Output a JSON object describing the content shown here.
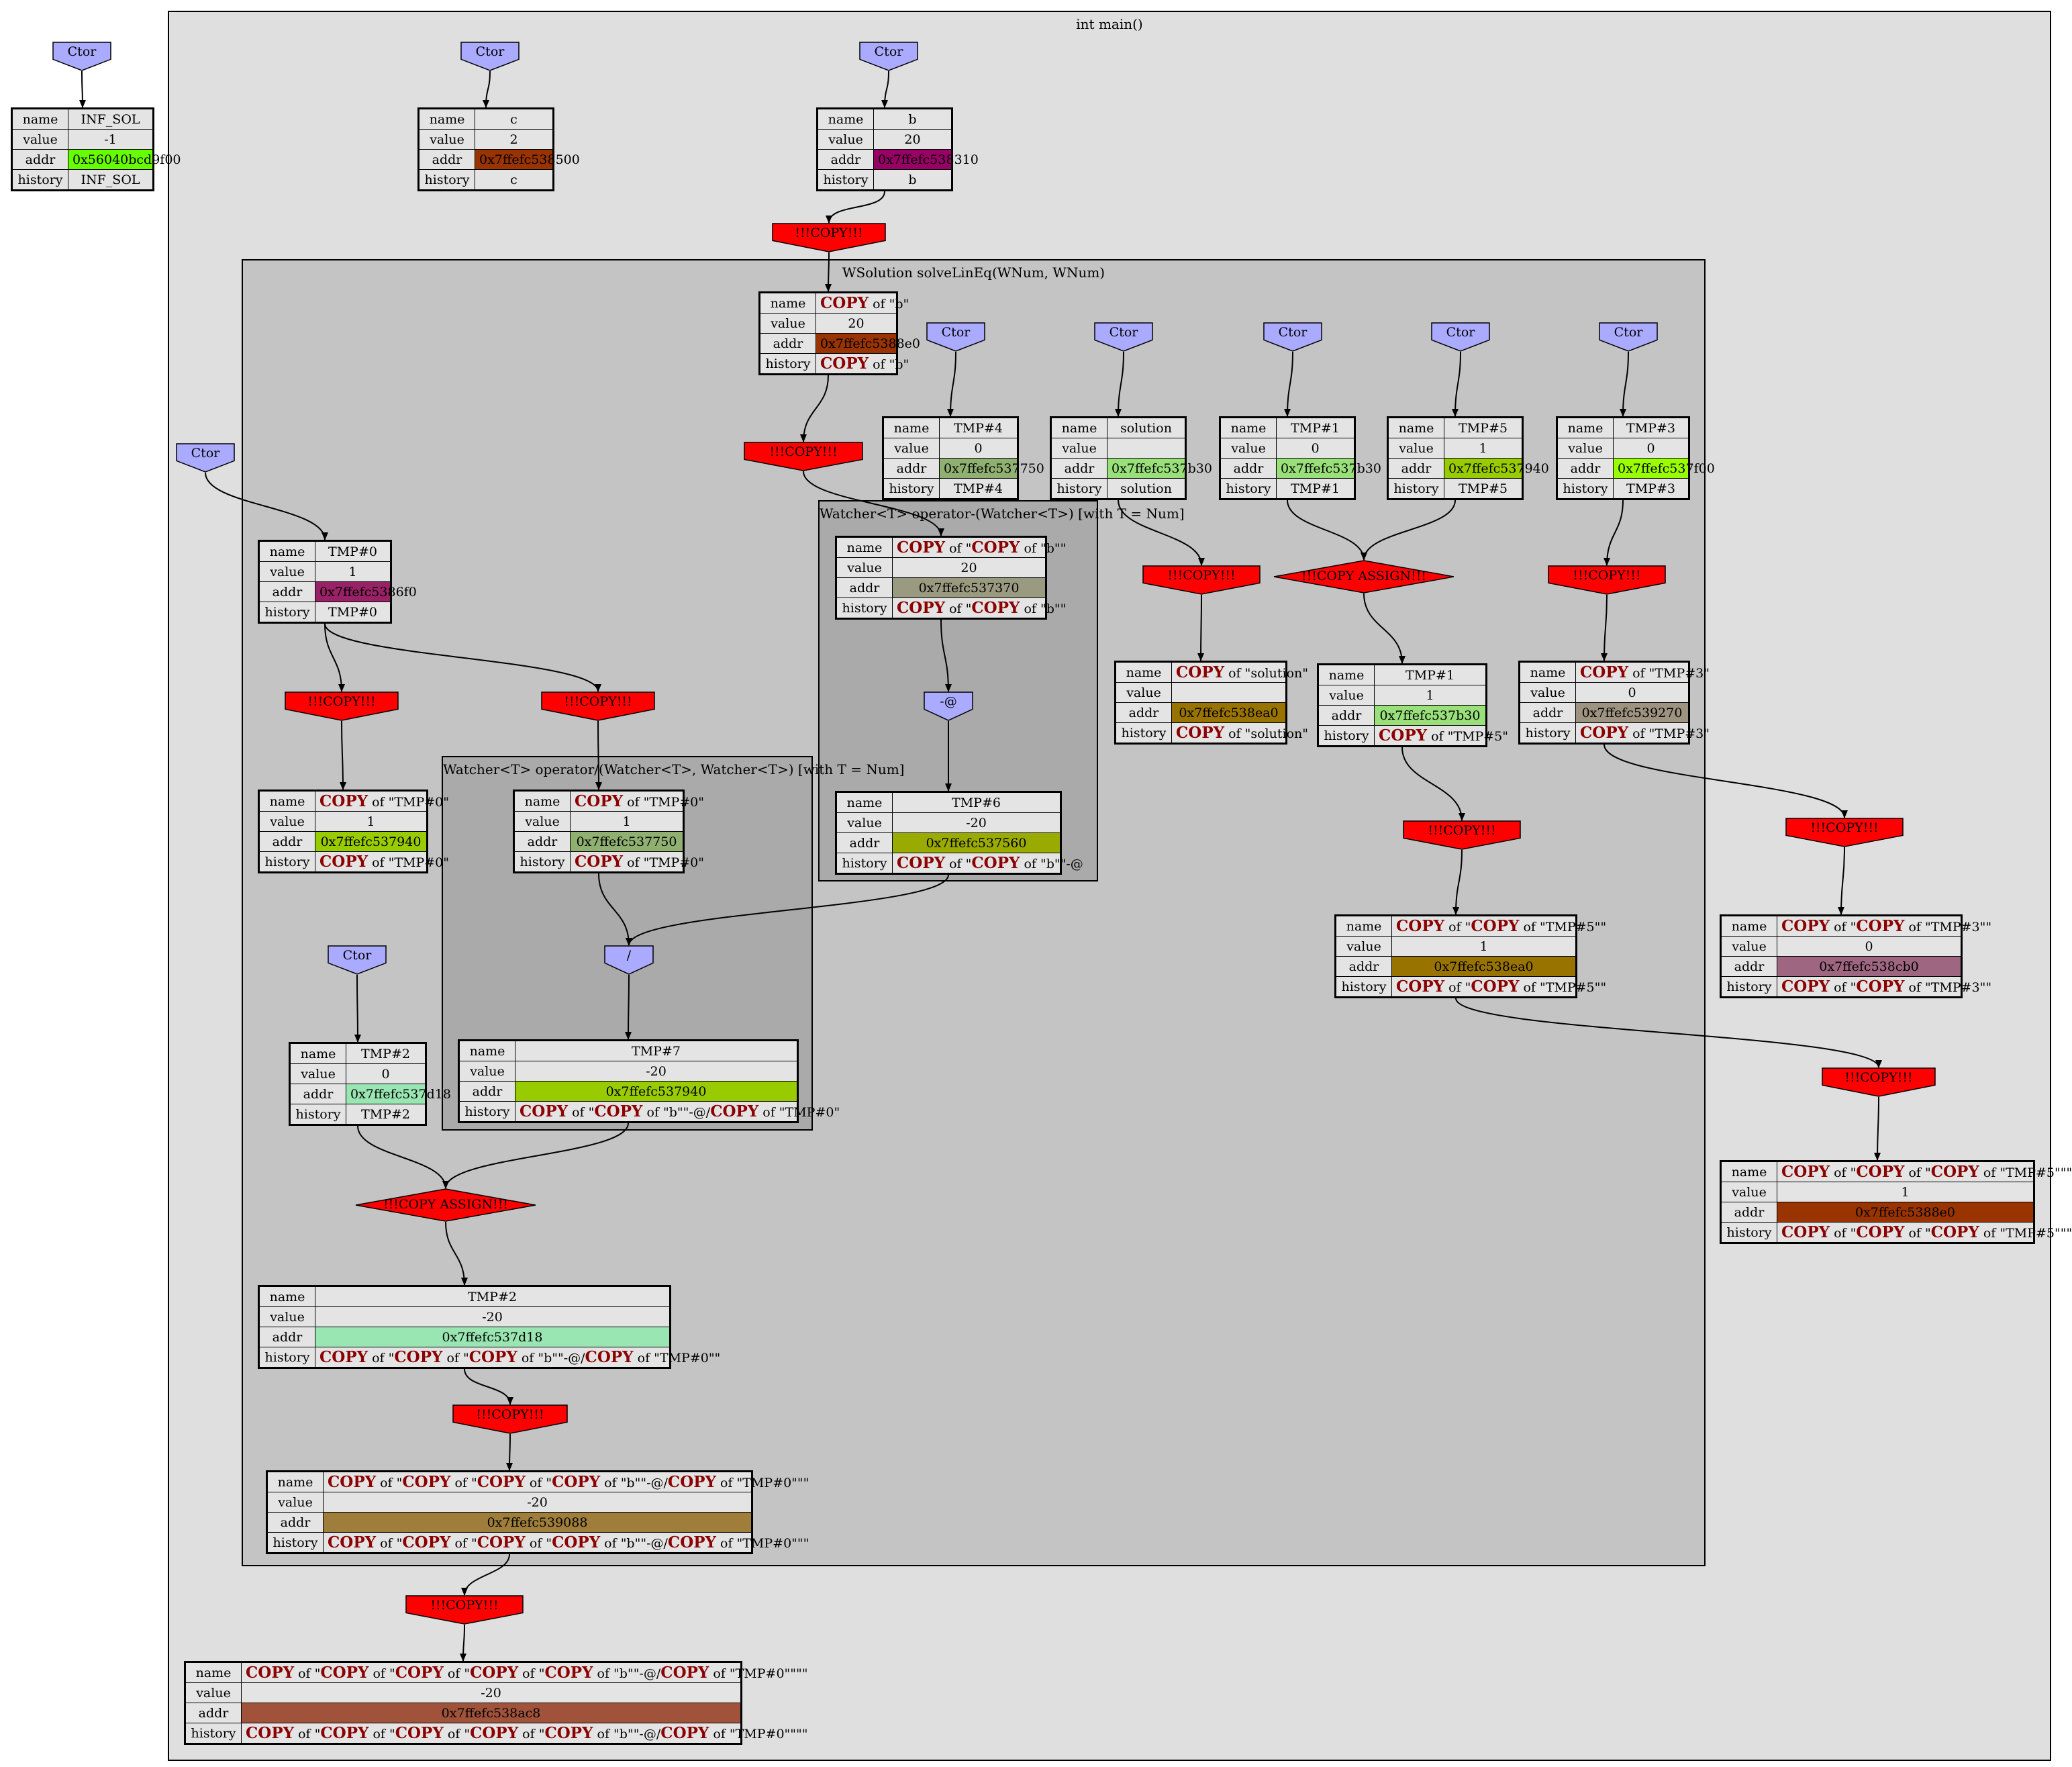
{
  "colors": {
    "ctor_fill": "#aaaaff",
    "copy_fill": "#ff0000",
    "record_bg": "#e4e4e4",
    "main_bg": "#dfdfdf",
    "solve_bg": "#c4c4c4",
    "watcher_bg": "#aaaaaa",
    "copy_word": "#8b0000"
  },
  "fields": {
    "name": "name",
    "value": "value",
    "addr": "addr",
    "history": "history"
  },
  "clusters": [
    {
      "id": "main",
      "title": "int main()"
    },
    {
      "id": "solve",
      "title": "WSolution solveLinEq(WNum, WNum)"
    },
    {
      "id": "neg",
      "title": "Watcher<T> operator-(Watcher<T>) [with T = Num]"
    },
    {
      "id": "div",
      "title": "Watcher<T> operator/(Watcher<T>, Watcher<T>) [with T = Num]"
    }
  ],
  "nodes": {
    "ctor": {
      "label": "Ctor",
      "shape": "ctor-pentagon"
    },
    "copy": {
      "label": "!!!COPY!!!",
      "shape": "copy-pentagon"
    },
    "copy_assign": {
      "label": "!!!COPY ASSIGN!!!",
      "shape": "diamond"
    },
    "negate": {
      "label": "-@",
      "shape": "pentagon"
    },
    "divide": {
      "label": "/",
      "shape": "pentagon"
    }
  },
  "records": [
    {
      "id": "inf_sol",
      "name": "INF_SOL",
      "value": "-1",
      "addr": "0x56040bcd9f00",
      "addr_color": "#66ff00",
      "history": "INF_SOL"
    },
    {
      "id": "c",
      "name": "c",
      "value": "2",
      "addr": "0x7ffefc538500",
      "addr_color": "#993300",
      "history": "c"
    },
    {
      "id": "b",
      "name": "b",
      "value": "20",
      "addr": "0x7ffefc538310",
      "addr_color": "#990066",
      "history": "b"
    },
    {
      "id": "copy_b",
      "name": "COPY of \"b\"",
      "value": "20",
      "addr": "0x7ffefc5388e0",
      "addr_color": "#993300",
      "history": "COPY of \"b\""
    },
    {
      "id": "tmp4",
      "name": "TMP#4",
      "value": "0",
      "addr": "0x7ffefc537750",
      "addr_color": "#8fb070",
      "history": "TMP#4"
    },
    {
      "id": "solution",
      "name": "solution",
      "value": "",
      "addr": "0x7ffefc537b30",
      "addr_color": "#99e07a",
      "history": "solution"
    },
    {
      "id": "tmp1",
      "name": "TMP#1",
      "value": "0",
      "addr": "0x7ffefc537b30",
      "addr_color": "#99e07a",
      "history": "TMP#1"
    },
    {
      "id": "tmp5",
      "name": "TMP#5",
      "value": "1",
      "addr": "0x7ffefc537940",
      "addr_color": "#99cc00",
      "history": "TMP#5"
    },
    {
      "id": "tmp3",
      "name": "TMP#3",
      "value": "0",
      "addr": "0x7ffefc537f00",
      "addr_color": "#99ff00",
      "history": "TMP#3"
    },
    {
      "id": "tmp0",
      "name": "TMP#0",
      "value": "1",
      "addr": "0x7ffefc5386f0",
      "addr_color": "#992266",
      "history": "TMP#0"
    },
    {
      "id": "copy_copy_b",
      "name": "COPY of \"COPY of \"b\"\"",
      "value": "20",
      "addr": "0x7ffefc537370",
      "addr_color": "#9a9a80",
      "history": "COPY of \"COPY of \"b\"\""
    },
    {
      "id": "copy_solution",
      "name": "COPY of \"solution\"",
      "value": "",
      "addr": "0x7ffefc538ea0",
      "addr_color": "#997300",
      "history": "COPY of \"solution\""
    },
    {
      "id": "tmp1_b",
      "name": "TMP#1",
      "value": "1",
      "addr": "0x7ffefc537b30",
      "addr_color": "#99e07a",
      "history": "COPY of \"TMP#5\""
    },
    {
      "id": "copy_tmp3",
      "name": "COPY of \"TMP#3\"",
      "value": "0",
      "addr": "0x7ffefc539270",
      "addr_color": "#9e9280",
      "history": "COPY of \"TMP#3\""
    },
    {
      "id": "copy_tmp0_a",
      "name": "COPY of \"TMP#0\"",
      "value": "1",
      "addr": "0x7ffefc537940",
      "addr_color": "#99cc00",
      "history": "COPY of \"TMP#0\""
    },
    {
      "id": "copy_tmp0_b",
      "name": "COPY of \"TMP#0\"",
      "value": "1",
      "addr": "0x7ffefc537750",
      "addr_color": "#8fb070",
      "history": "COPY of \"TMP#0\""
    },
    {
      "id": "tmp6",
      "name": "TMP#6",
      "value": "-20",
      "addr": "0x7ffefc537560",
      "addr_color": "#99aa00",
      "history": "COPY of \"COPY of \"b\"\"-@"
    },
    {
      "id": "copy_copy_tmp5",
      "name": "COPY of \"COPY of \"TMP#5\"\"",
      "value": "1",
      "addr": "0x7ffefc538ea0",
      "addr_color": "#997300",
      "history": "COPY of \"COPY of \"TMP#5\"\""
    },
    {
      "id": "copy_copy_tmp3",
      "name": "COPY of \"COPY of \"TMP#3\"\"",
      "value": "0",
      "addr": "0x7ffefc538cb0",
      "addr_color": "#9e6680",
      "history": "COPY of \"COPY of \"TMP#3\"\""
    },
    {
      "id": "tmp2",
      "name": "TMP#2",
      "value": "0",
      "addr": "0x7ffefc537d18",
      "addr_color": "#99e6b3",
      "history": "TMP#2"
    },
    {
      "id": "tmp7",
      "name": "TMP#7",
      "value": "-20",
      "addr": "0x7ffefc537940",
      "addr_color": "#99cc00",
      "history": "COPY of \"COPY of \"b\"\"-@/COPY of \"TMP#0\""
    },
    {
      "id": "copy3_tmp5",
      "name": "COPY of \"COPY of \"COPY of \"TMP#5\"\"\"",
      "value": "1",
      "addr": "0x7ffefc5388e0",
      "addr_color": "#993300",
      "history": "COPY of \"COPY of \"COPY of \"TMP#5\"\"\""
    },
    {
      "id": "tmp2_b",
      "name": "TMP#2",
      "value": "-20",
      "addr": "0x7ffefc537d18",
      "addr_color": "#99e6b3",
      "history": "COPY of \"COPY of \"COPY of \"b\"\"-@/COPY of \"TMP#0\"\""
    },
    {
      "id": "copy_tmp2",
      "name": "COPY of \"COPY of \"COPY of \"COPY of \"b\"\"-@/COPY of \"TMP#0\"\"\"",
      "value": "-20",
      "addr": "0x7ffefc539088",
      "addr_color": "#9e7e3a",
      "history": "COPY of \"COPY of \"COPY of \"COPY of \"b\"\"-@/COPY of \"TMP#0\"\"\""
    },
    {
      "id": "final",
      "name": "COPY of \"COPY of \"COPY of \"COPY of \"COPY of \"b\"\"-@/COPY of \"TMP#0\"\"\"\"",
      "value": "-20",
      "addr": "0x7ffefc538ac8",
      "addr_color": "#a0523a",
      "history": "COPY of \"COPY of \"COPY of \"COPY of \"COPY of \"b\"\"-@/COPY of \"TMP#0\"\"\"\""
    }
  ]
}
